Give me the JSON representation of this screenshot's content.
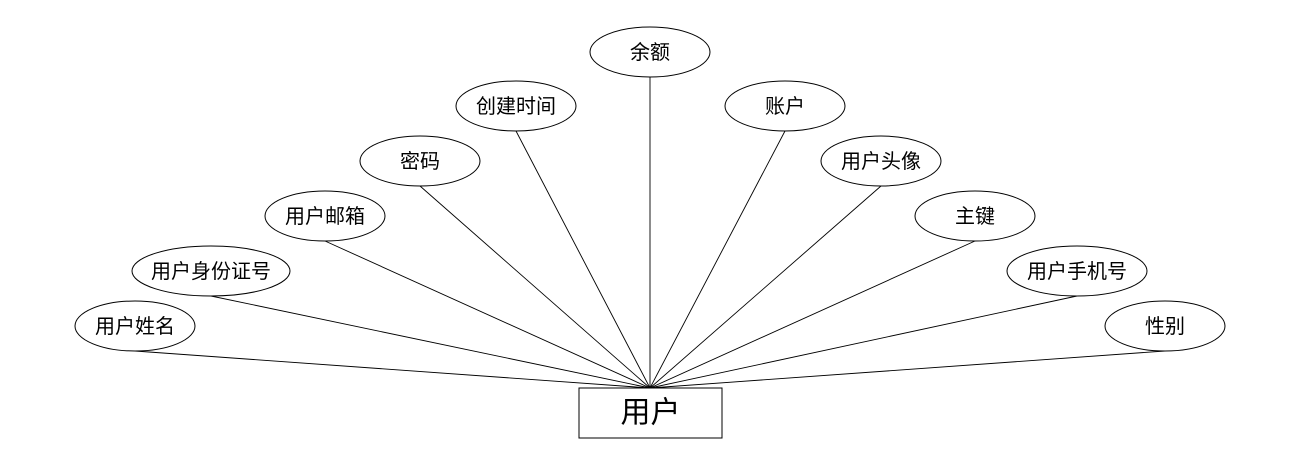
{
  "entity": {
    "name": "用户"
  },
  "attributes": [
    {
      "id": "balance",
      "label": "余额"
    },
    {
      "id": "created-time",
      "label": "创建时间"
    },
    {
      "id": "account",
      "label": "账户"
    },
    {
      "id": "password",
      "label": "密码"
    },
    {
      "id": "avatar",
      "label": "用户头像"
    },
    {
      "id": "email",
      "label": "用户邮箱"
    },
    {
      "id": "primary-key",
      "label": "主键"
    },
    {
      "id": "id-number",
      "label": "用户身份证号"
    },
    {
      "id": "phone",
      "label": "用户手机号"
    },
    {
      "id": "name",
      "label": "用户姓名"
    },
    {
      "id": "gender",
      "label": "性别"
    }
  ]
}
